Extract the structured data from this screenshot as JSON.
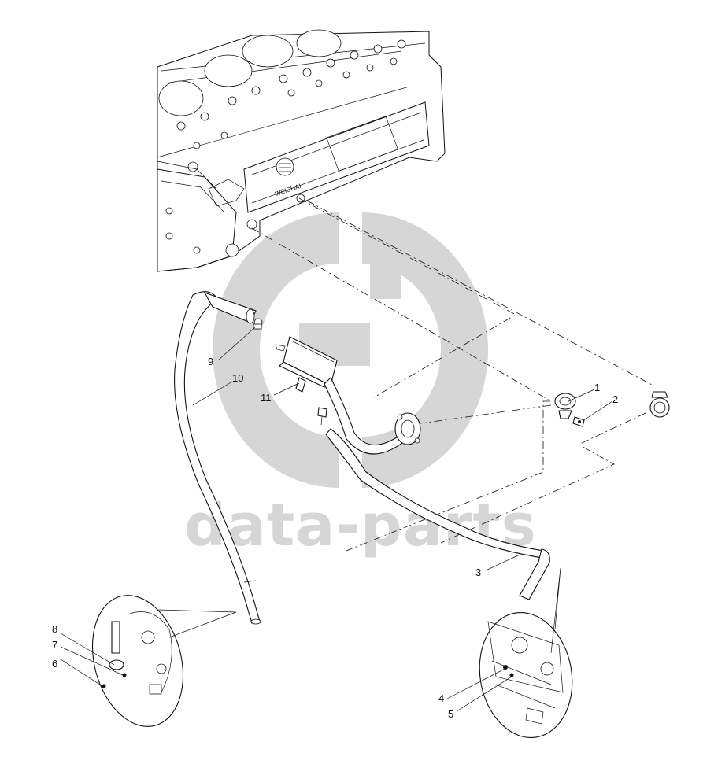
{
  "watermark": {
    "text": "data-parts",
    "color": "#d6d6d6"
  },
  "engine": {
    "brand_text": "WEICHAI"
  },
  "callouts": [
    {
      "id": "1",
      "label": "1"
    },
    {
      "id": "2",
      "label": "2"
    },
    {
      "id": "3",
      "label": "3"
    },
    {
      "id": "4",
      "label": "4"
    },
    {
      "id": "5",
      "label": "5"
    },
    {
      "id": "6",
      "label": "6"
    },
    {
      "id": "7",
      "label": "7"
    },
    {
      "id": "8",
      "label": "8"
    },
    {
      "id": "9",
      "label": "9"
    },
    {
      "id": "10",
      "label": "10"
    },
    {
      "id": "11",
      "label": "11"
    }
  ]
}
